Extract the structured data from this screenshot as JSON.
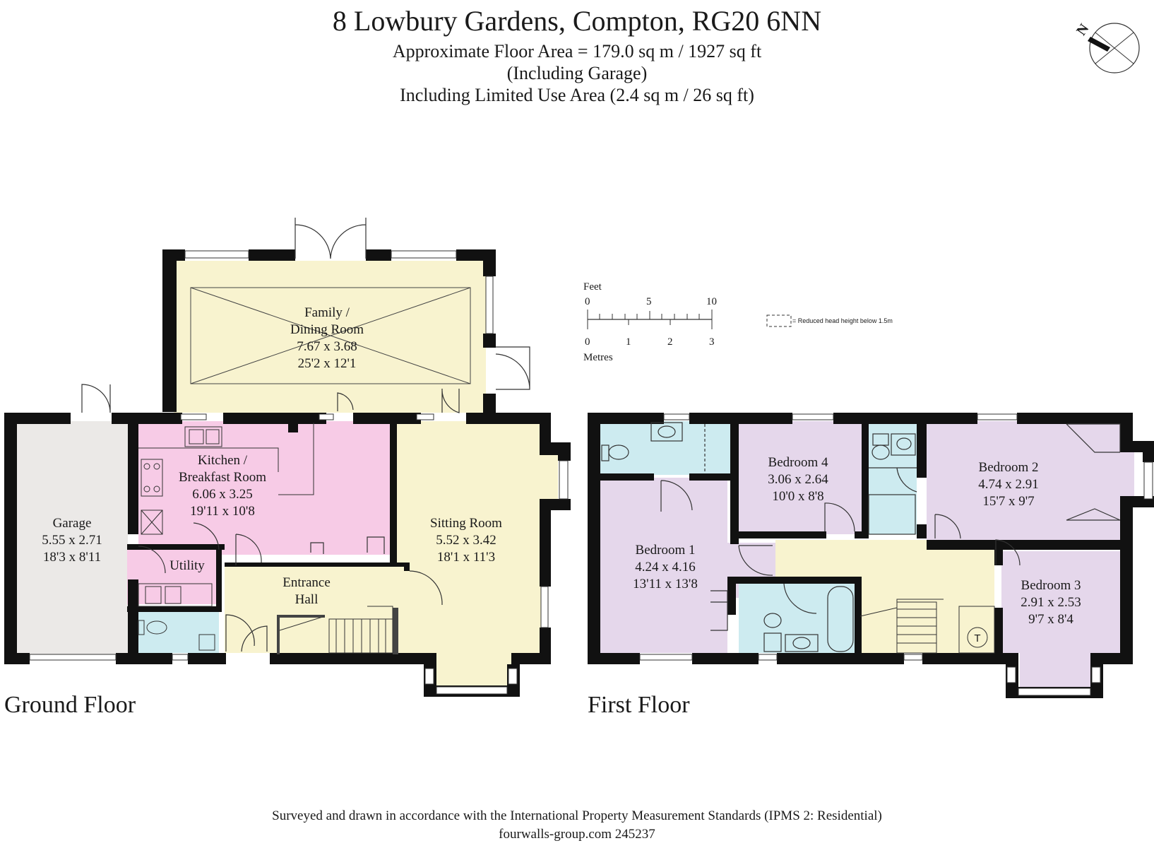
{
  "header": {
    "title": "8 Lowbury Gardens, Compton, RG20 6NN",
    "area": "Approximate Floor Area = 179.0 sq m / 1927 sq ft",
    "garage_note": "(Including Garage)",
    "limited_use": "Including Limited Use Area (2.4 sq m / 26 sq ft)"
  },
  "compass": {
    "label": "N"
  },
  "scale": {
    "feet_label": "Feet",
    "feet_ticks": [
      "0",
      "5",
      "10"
    ],
    "metres_label": "Metres",
    "metre_ticks": [
      "0",
      "1",
      "2",
      "3"
    ]
  },
  "legend": {
    "text": "= Reduced head height below 1.5m"
  },
  "ground_floor": {
    "label": "Ground Floor",
    "rooms": [
      {
        "id": "family",
        "lines": [
          "Family /",
          "Dining Room",
          "7.67 x 3.68",
          "25'2 x 12'1"
        ]
      },
      {
        "id": "kitchen",
        "lines": [
          "Kitchen /",
          "Breakfast Room",
          "6.06 x 3.25",
          "19'11 x 10'8"
        ]
      },
      {
        "id": "garage",
        "lines": [
          "Garage",
          "5.55 x 2.71",
          "18'3 x 8'11"
        ]
      },
      {
        "id": "utility",
        "lines": [
          "Utility"
        ]
      },
      {
        "id": "hall",
        "lines": [
          "Entrance",
          "Hall"
        ]
      },
      {
        "id": "sitting",
        "lines": [
          "Sitting Room",
          "5.52 x 3.42",
          "18'1 x 11'3"
        ]
      }
    ]
  },
  "first_floor": {
    "label": "First Floor",
    "rooms": [
      {
        "id": "bed1",
        "lines": [
          "Bedroom 1",
          "4.24 x 4.16",
          "13'11 x 13'8"
        ]
      },
      {
        "id": "bed4",
        "lines": [
          "Bedroom 4",
          "3.06 x 2.64",
          "10'0 x 8'8"
        ]
      },
      {
        "id": "bed2",
        "lines": [
          "Bedroom 2",
          "4.74 x 2.91",
          "15'7 x 9'7"
        ]
      },
      {
        "id": "bed3",
        "lines": [
          "Bedroom 3",
          "2.91 x 2.53",
          "9'7 x 8'4"
        ]
      }
    ],
    "tank_label": "T"
  },
  "footer": {
    "line1": "Surveyed and drawn in accordance with the International Property Measurement Standards (IPMS 2: Residential)",
    "line2": "fourwalls-group.com 245237"
  },
  "colors": {
    "wall": "#111111",
    "yellow": "#f8f3cf",
    "pink": "#f7cbe6",
    "grey": "#ebe9e7",
    "blue": "#cdebf0",
    "lavender": "#e5d7eb"
  }
}
